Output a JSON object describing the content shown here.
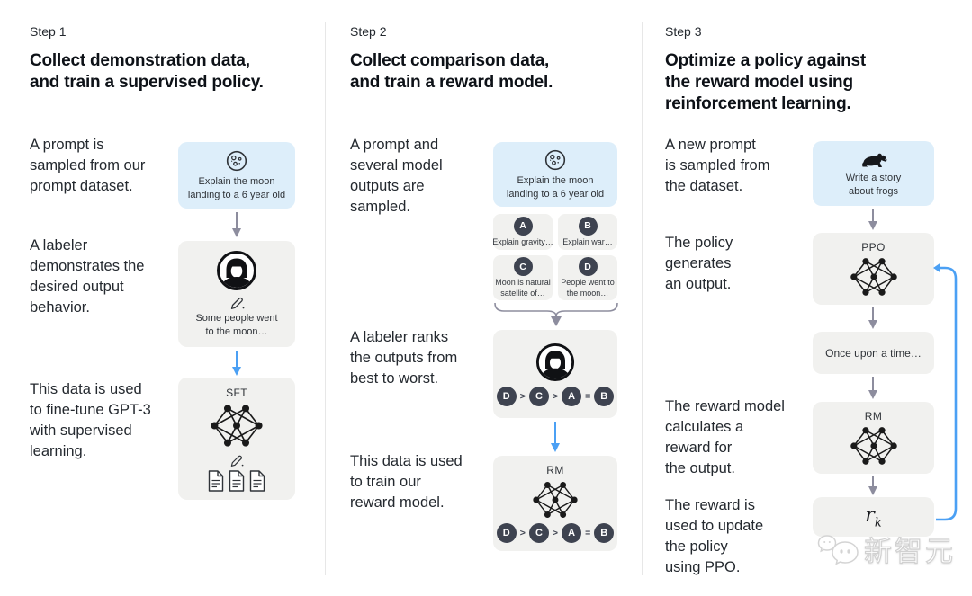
{
  "step1": {
    "label": "Step 1",
    "title": "Collect demonstration data,\nand train a supervised policy.",
    "caption_prompt": "A prompt is\nsampled from our\nprompt dataset.",
    "caption_labeler": "A labeler\ndemonstrates the\ndesired output\nbehavior.",
    "caption_data": "This data is used\nto fine-tune GPT-3\nwith supervised\nlearning.",
    "prompt_text": "Explain the moon\nlanding to a 6 year old",
    "demo_text": "Some people went\nto the moon…",
    "model_label": "SFT"
  },
  "step2": {
    "label": "Step 2",
    "title": "Collect comparison data,\nand train a reward model.",
    "caption_prompt": "A prompt and\nseveral model\noutputs are\nsampled.",
    "caption_rank": "A labeler ranks\nthe outputs from\nbest to worst.",
    "caption_data": "This data is used\nto train our\nreward model.",
    "prompt_text": "Explain the moon\nlanding to a 6 year old",
    "outputs": [
      {
        "letter": "A",
        "text": "Explain gravity…"
      },
      {
        "letter": "B",
        "text": "Explain war…"
      },
      {
        "letter": "C",
        "text": "Moon is natural\nsatellite of…"
      },
      {
        "letter": "D",
        "text": "People went to\nthe moon…"
      }
    ],
    "ranking": {
      "items": [
        "D",
        "C",
        "A",
        "B"
      ],
      "separators": [
        ">",
        ">",
        "="
      ]
    },
    "model_label": "RM"
  },
  "step3": {
    "label": "Step 3",
    "title": "Optimize a policy against\nthe reward model using\nreinforcement learning.",
    "caption_prompt": "A new prompt\nis sampled from\nthe dataset.",
    "caption_policy": "The policy\ngenerates\nan output.",
    "caption_reward": "The reward model\ncalculates a\nreward for\nthe output.",
    "caption_update": "The reward is\nused to update\nthe policy\nusing PPO.",
    "prompt_text": "Write a story\nabout frogs",
    "ppo_label": "PPO",
    "output_text": "Once upon a time…",
    "rm_label": "RM",
    "reward_base": "r",
    "reward_sub": "k"
  },
  "watermark": {
    "text": "新智元",
    "icon": "wechat-icon"
  },
  "icons": {
    "prompt1": "moon-icon",
    "prompt3": "frog-icon",
    "labeler": "labeler-avatar-icon",
    "model": "neural-network-icon",
    "edit": "pencil-icon",
    "documents": "document-icon"
  },
  "colors": {
    "prompt_box_bg": "#ddeefa",
    "model_box_bg": "#f1f1ef",
    "blue_arrow": "#4ba0f4",
    "gray_arrow": "#8d8d9e",
    "letter_circle": "#3e4350",
    "divider": "#e7e7e7"
  }
}
